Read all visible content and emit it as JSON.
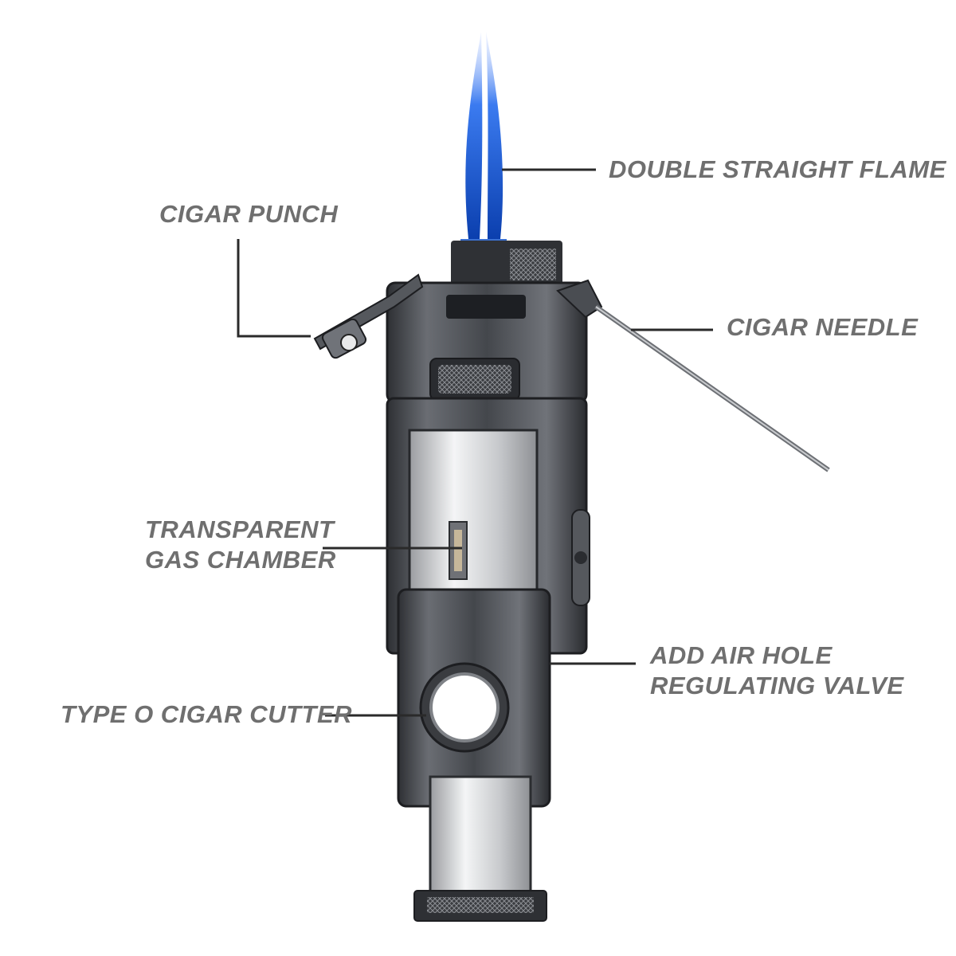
{
  "labels": {
    "double_flame": "DOUBLE STRAIGHT FLAME",
    "cigar_punch": "CIGAR PUNCH",
    "cigar_needle": "CIGAR NEEDLE",
    "gas_chamber_line1": "TRANSPARENT",
    "gas_chamber_line2": "GAS CHAMBER",
    "air_hole_line1": "ADD AIR HOLE",
    "air_hole_line2": "REGULATING VALVE",
    "cigar_cutter": "TYPE O CIGAR CUTTER"
  },
  "colors": {
    "label_text": "#6f6f6f",
    "leader_line": "#2a2a2a",
    "flame_blue": "#1f6fe0",
    "body_metal": "#4a4d52",
    "chrome": "#d9dbde"
  }
}
